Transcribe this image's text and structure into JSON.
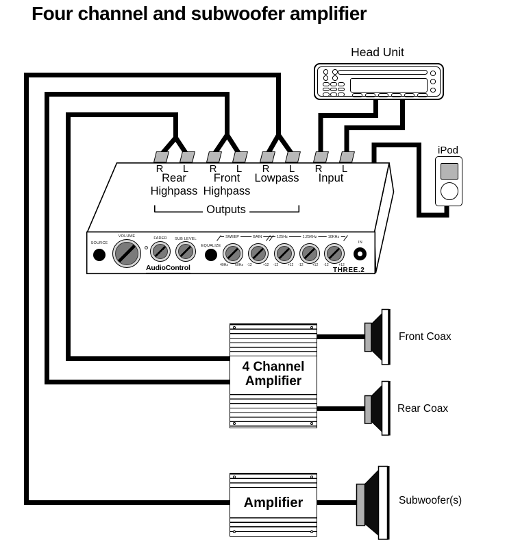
{
  "title": "Four channel and subwoofer amplifier",
  "head_unit": {
    "label": "Head Unit"
  },
  "ipod": {
    "label": "iPod"
  },
  "processor": {
    "channel_labels": [
      "R",
      "L",
      "R",
      "L",
      "R",
      "L",
      "R",
      "L"
    ],
    "groups": {
      "rear": {
        "line1": "Rear",
        "line2": "Highpass"
      },
      "front": {
        "line1": "Front",
        "line2": "Highpass"
      },
      "lowpass": {
        "label": "Lowpass"
      },
      "input": {
        "label": "Input"
      }
    },
    "outputs_label": "Outputs",
    "panel": {
      "source_label": "SOURCE",
      "volume_label": "VOLUME",
      "fader_label": "FADER",
      "sub_level_label": "SUB LEVEL",
      "equalize_label": "EQUALIZE",
      "in_label": "IN",
      "brand": "AudioControl",
      "model": "THREE.2",
      "eq_sections": [
        "SWEEP",
        "GAIN",
        "125Hz",
        "1.25KHz",
        "10KHz"
      ],
      "scale_labels": [
        "40Hz",
        "60Hz",
        "-12",
        "+12",
        "-12",
        "+12",
        "-12",
        "+12",
        "-12",
        "+12"
      ]
    }
  },
  "amplifiers": {
    "four_channel": {
      "line1": "4 Channel",
      "line2": "Amplifier"
    },
    "subwoofer_amp": {
      "label": "Amplifier"
    }
  },
  "speakers": {
    "front": {
      "label": "Front Coax"
    },
    "rear": {
      "label": "Rear Coax"
    },
    "sub": {
      "label": "Subwoofer(s)"
    }
  },
  "colors": {
    "wire": "#000000",
    "connector": "#b8b8b8",
    "knob_ring": "#d8d8d8",
    "knob_face": "#7a7a7a",
    "magnet": "#b0b0b0",
    "ipod_screen": "#b5b5b5"
  }
}
